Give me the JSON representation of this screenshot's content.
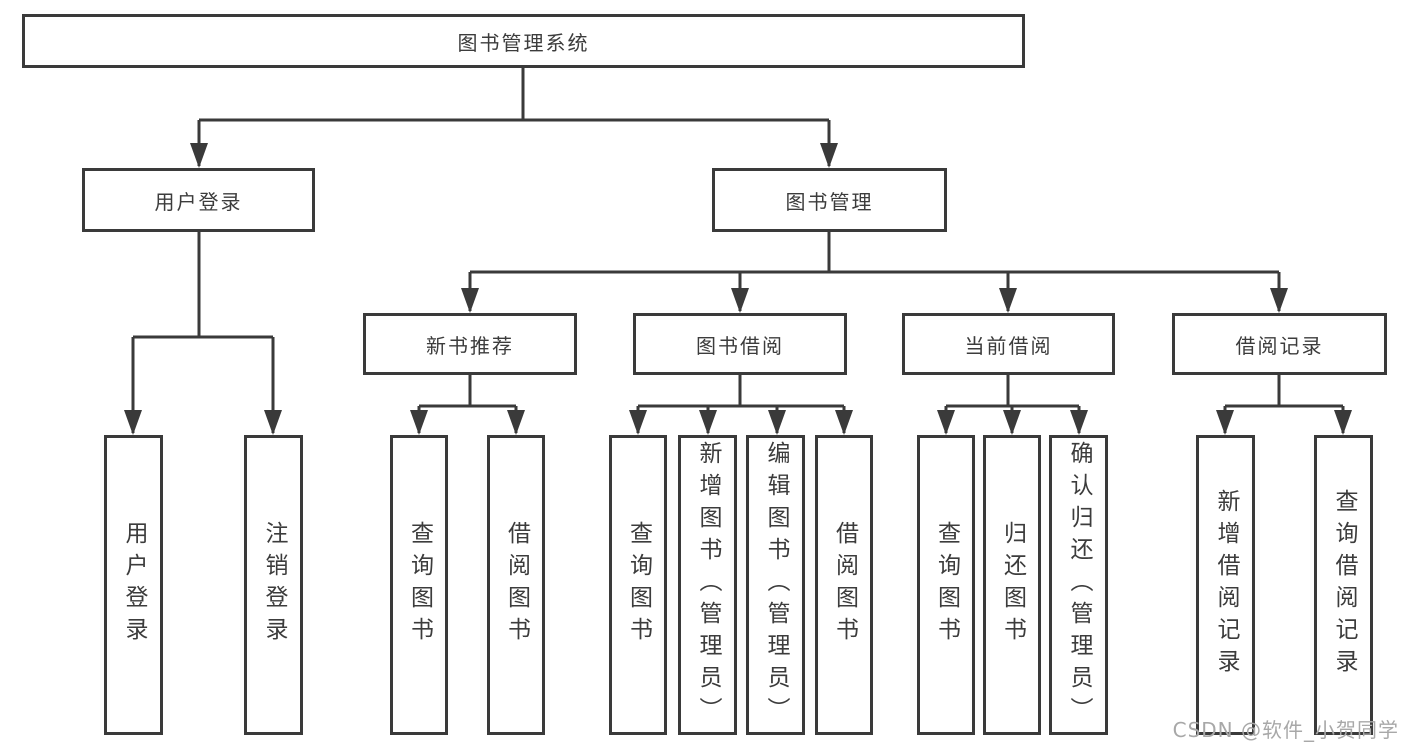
{
  "diagram_title": "图书管理系统",
  "root": {
    "label": "图书管理系统"
  },
  "l2": [
    {
      "label": "用户登录"
    },
    {
      "label": "图书管理"
    }
  ],
  "l3": [
    {
      "label": "新书推荐",
      "parent": "图书管理"
    },
    {
      "label": "图书借阅",
      "parent": "图书管理"
    },
    {
      "label": "当前借阅",
      "parent": "图书管理"
    },
    {
      "label": "借阅记录",
      "parent": "图书管理"
    }
  ],
  "leaves": [
    {
      "label": "用户登录",
      "parent": "用户登录"
    },
    {
      "label": "注销登录",
      "parent": "用户登录"
    },
    {
      "label": "查询图书",
      "parent": "新书推荐"
    },
    {
      "label": "借阅图书",
      "parent": "新书推荐"
    },
    {
      "label": "查询图书",
      "parent": "图书借阅"
    },
    {
      "label": "新增图书（管理员）",
      "parent": "图书借阅"
    },
    {
      "label": "编辑图书（管理员）",
      "parent": "图书借阅"
    },
    {
      "label": "借阅图书",
      "parent": "图书借阅"
    },
    {
      "label": "查询图书",
      "parent": "当前借阅"
    },
    {
      "label": "归还图书",
      "parent": "当前借阅"
    },
    {
      "label": "确认归还（管理员）",
      "parent": "当前借阅"
    },
    {
      "label": "新增借阅记录",
      "parent": "借阅记录"
    },
    {
      "label": "查询借阅记录",
      "parent": "借阅记录"
    }
  ],
  "watermark": {
    "text": "CSDN @软件_小贺同学"
  },
  "colors": {
    "line": "#3a3a3a",
    "text": "#3c3c3c",
    "watermark": "#a8a8a8",
    "bg": "#ffffff"
  }
}
